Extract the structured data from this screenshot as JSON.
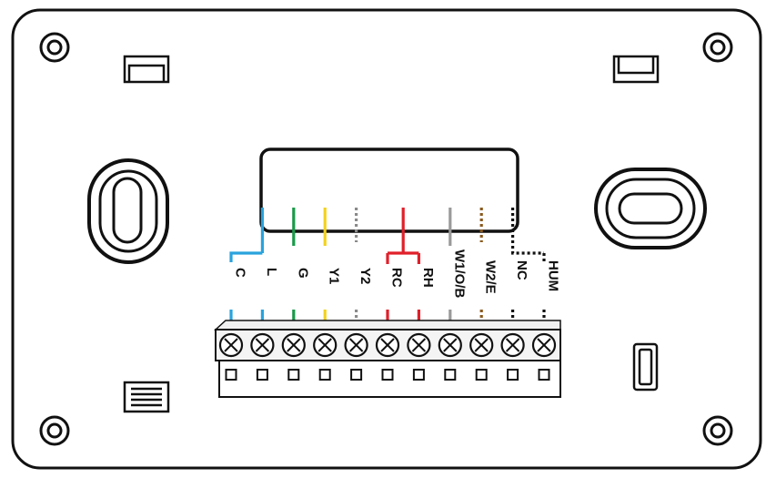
{
  "terminals": [
    {
      "label": "C",
      "color": "#29a3dd",
      "style": "solid"
    },
    {
      "label": "L",
      "color": "#29a3dd",
      "style": "solid"
    },
    {
      "label": "G",
      "color": "#1a9a4a",
      "style": "solid"
    },
    {
      "label": "Y1",
      "color": "#f2d21e",
      "style": "solid"
    },
    {
      "label": "Y2",
      "color": "#8a8a8a",
      "style": "dotted"
    },
    {
      "label": "RC",
      "color": "#e0202a",
      "style": "solid"
    },
    {
      "label": "RH",
      "color": "#e0202a",
      "style": "solid"
    },
    {
      "label": "W1/O/B",
      "color": "#9a9a9a",
      "style": "solid"
    },
    {
      "label": "W2/E",
      "color": "#8a5a1e",
      "style": "dotted"
    },
    {
      "label": "NC",
      "color": "#111111",
      "style": "dotted"
    },
    {
      "label": "HUM",
      "color": "#111111",
      "style": "dotted"
    }
  ],
  "colors": {
    "outline": "#111111",
    "background": "#ffffff",
    "block_fill": "#f4f4f4"
  }
}
